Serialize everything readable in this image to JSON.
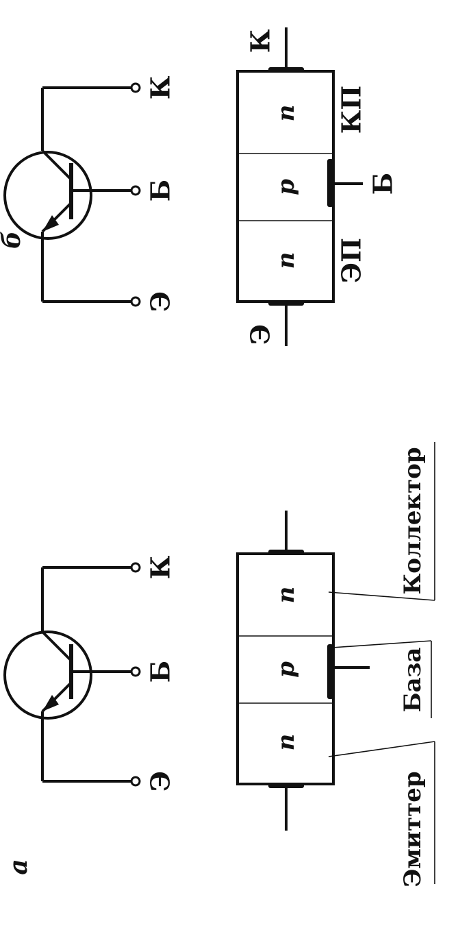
{
  "panels": {
    "a": {
      "label": "а"
    },
    "b": {
      "label": "б"
    }
  },
  "terminals": {
    "emitter": "Э",
    "base": "Б",
    "collector": "К"
  },
  "regions": {
    "emitter_region": "n",
    "base_region": "p",
    "collector_region": "n"
  },
  "callouts": {
    "emitter": "Эмиттер",
    "base": "База",
    "collector": "Коллектор"
  },
  "junctions": {
    "emitter_junction": "ЭП",
    "collector_junction": "КП"
  }
}
